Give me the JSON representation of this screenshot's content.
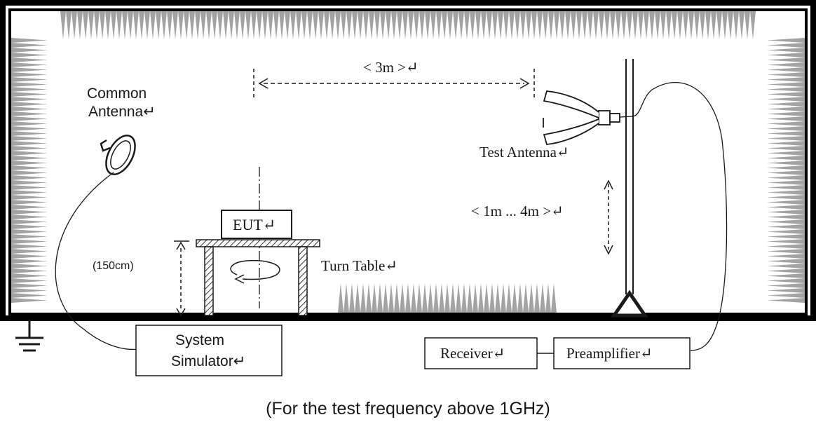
{
  "labels": {
    "common_antenna_line1": "Common",
    "common_antenna_line2": "Antenna↵",
    "distance_3m": "< 3m >↵",
    "test_antenna": "Test Antenna↵",
    "height_range": "< 1m ... 4m >↵",
    "eut": "EUT↵",
    "table_height": "(150cm)",
    "turn_table": "Turn Table↵",
    "system_simulator_line1": "System",
    "system_simulator_line2": "Simulator↵",
    "receiver": "Receiver↵",
    "preamplifier": "Preamplifier↵",
    "caption": "(For the test frequency above 1GHz)"
  },
  "colors": {
    "wall": "#000000",
    "absorber": "#a3a3a3",
    "line": "#1a1a1a",
    "box_border": "#333333"
  },
  "icons": {
    "ground": "ground-symbol-icon",
    "antenna_mast_base": "triangle-base-icon",
    "rotation": "rotation-arrow-icon"
  }
}
